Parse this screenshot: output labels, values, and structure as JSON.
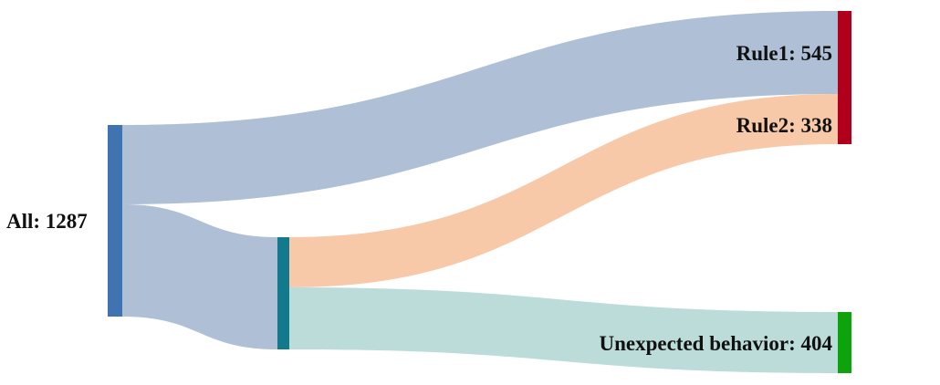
{
  "sankey": {
    "nodes": [
      {
        "id": "all",
        "label": "All: 1287",
        "value": 1287,
        "color": "#3f73b1"
      },
      {
        "id": "mid",
        "label": "",
        "value": 742,
        "color": "#127a8c"
      },
      {
        "id": "rule1",
        "label": "Rule1: 545",
        "value": 545,
        "color": "#b0001c"
      },
      {
        "id": "rule2",
        "label": "Rule2: 338",
        "value": 338,
        "color": "#b0001c"
      },
      {
        "id": "unexpected",
        "label": "Unexpected behavior: 404",
        "value": 404,
        "color": "#0ca30c"
      }
    ],
    "links": [
      {
        "source": "all",
        "target": "rule1",
        "value": 545,
        "color": "#aebfd6"
      },
      {
        "source": "all",
        "target": "mid",
        "value": 742,
        "color": "#aebfd6"
      },
      {
        "source": "mid",
        "target": "rule2",
        "value": 338,
        "color": "#f7c9a8"
      },
      {
        "source": "mid",
        "target": "unexpected",
        "value": 404,
        "color": "#bcdcd9"
      }
    ]
  }
}
